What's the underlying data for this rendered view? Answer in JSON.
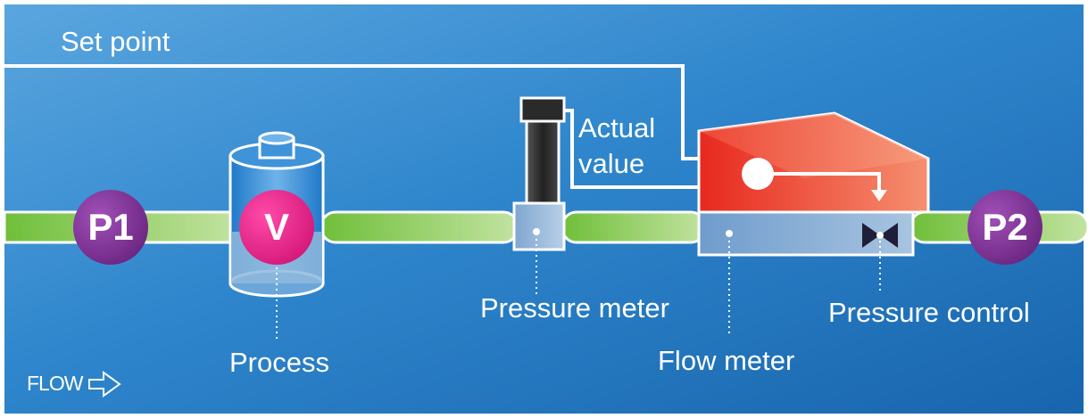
{
  "labels": {
    "set_point": "Set point",
    "actual_value_line1": "Actual",
    "actual_value_line2": "value",
    "process": "Process",
    "pressure_meter": "Pressure meter",
    "flow_meter": "Flow meter",
    "pressure_control": "Pressure control",
    "flow": "FLOW"
  },
  "badges": {
    "p1": "P1",
    "p2": "P2",
    "v": "V"
  },
  "colors": {
    "background_light": "#5aa8e0",
    "background_dark": "#1a6db5",
    "pipe": "#7cc142",
    "pipe_light": "#b8df8c",
    "badge_purple": "#7a2a8c",
    "badge_magenta": "#e0157f",
    "controller_red": "#e83a2a",
    "controller_orange": "#f27a50",
    "meter_base": "#8ab0d4"
  }
}
